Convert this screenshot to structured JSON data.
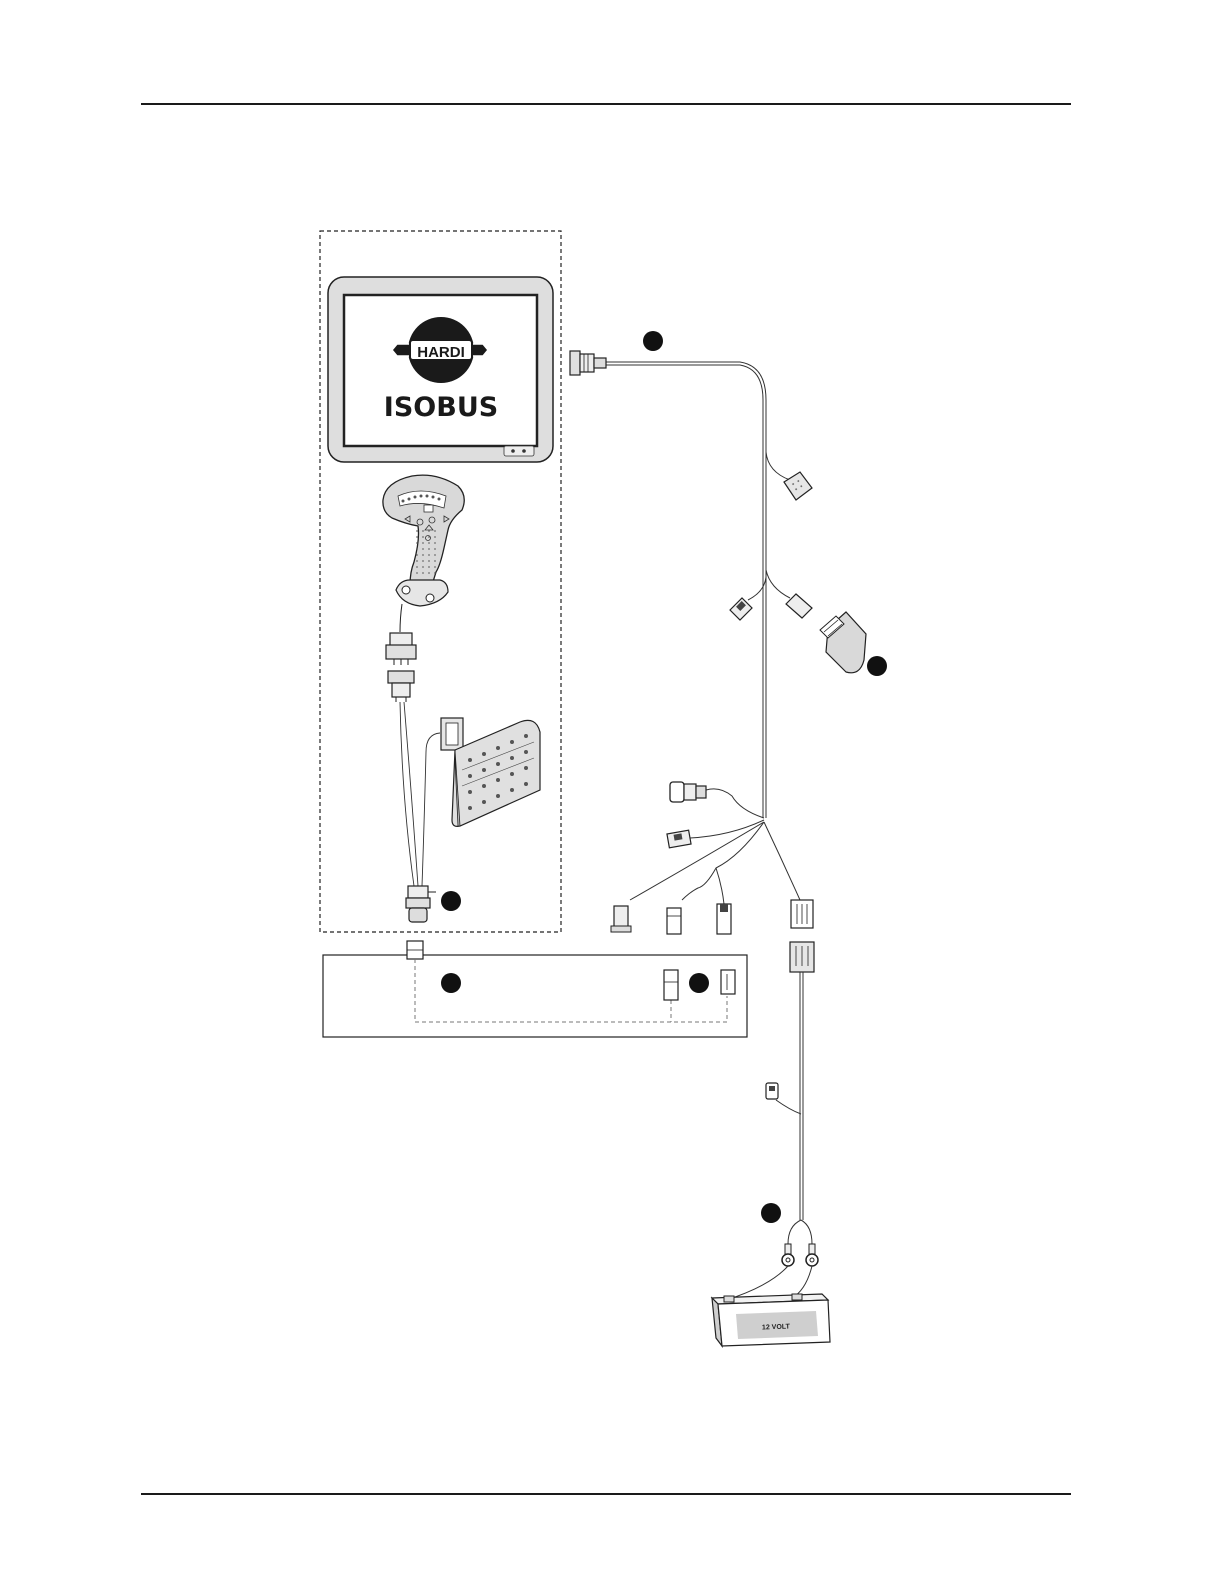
{
  "display": {
    "logo_text": "HARDI",
    "screen_text": "ISOBUS"
  },
  "battery": {
    "label": "12 VOLT"
  },
  "colors": {
    "ink": "#1a1a1a",
    "screen_bg": "#ffffff",
    "bezel": "#dedede",
    "callout": "#111111",
    "battery_label_bg": "#cfcfcf"
  },
  "callouts": [
    {
      "name": "callout-harness-main"
    },
    {
      "name": "callout-power-plug"
    },
    {
      "name": "callout-joystick-connector"
    },
    {
      "name": "callout-cab-box-left"
    },
    {
      "name": "callout-cab-box-right"
    },
    {
      "name": "callout-battery-cable"
    }
  ]
}
